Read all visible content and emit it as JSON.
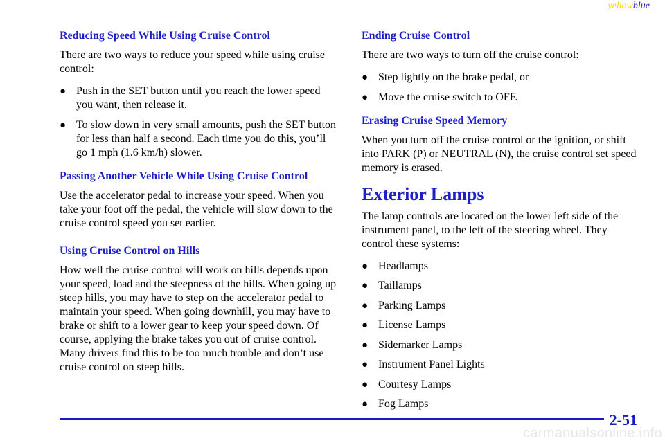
{
  "corner_mark": {
    "yellow": "yellow",
    "blue": "blue"
  },
  "left": {
    "s1": {
      "heading": "Reducing Speed While Using Cruise Control",
      "intro": "There are two ways to reduce your speed while using cruise control:",
      "bullets": [
        "Push in the SET button until you reach the lower speed you want, then release it.",
        "To slow down in very small amounts, push the SET button for less than half a second. Each time you do this, you’ll go 1 mph (1.6 km/h) slower."
      ]
    },
    "s2": {
      "heading": "Passing Another Vehicle While Using Cruise Control",
      "body": "Use the accelerator pedal to increase your speed. When you take your foot off the pedal, the vehicle will slow down to the cruise control speed you set earlier."
    },
    "s3": {
      "heading": "Using Cruise Control on Hills",
      "body": "How well the cruise control will work on hills depends upon your speed, load and the steepness of the hills. When going up steep hills, you may have to step on the accelerator pedal to maintain your speed. When going downhill, you may have to brake or shift to a lower gear to keep your speed down. Of course, applying the brake takes you out of cruise control. Many drivers find this to be too much trouble and don’t use cruise control on steep hills."
    }
  },
  "right": {
    "s1": {
      "heading": "Ending Cruise Control",
      "intro": "There are two ways to turn off the cruise control:",
      "bullets": [
        "Step lightly on the brake pedal, or",
        "Move the cruise switch to OFF."
      ]
    },
    "s2": {
      "heading": "Erasing Cruise Speed Memory",
      "body": "When you turn off the cruise control or the ignition, or shift into PARK (P) or NEUTRAL (N), the cruise control set speed memory is erased."
    },
    "s3": {
      "title": "Exterior Lamps",
      "body": "The lamp controls are located on the lower left side of the instrument panel, to the left of the steering wheel. They control these systems:",
      "bullets": [
        "Headlamps",
        "Taillamps",
        "Parking Lamps",
        "License Lamps",
        "Sidemarker Lamps",
        "Instrument Panel Lights",
        "Courtesy Lamps",
        "Fog Lamps"
      ]
    }
  },
  "bullet_glyph": "●",
  "page_number": "2-51",
  "watermark": "carmanualsonline.info",
  "colors": {
    "heading_blue": "#1f1fc8",
    "rule_blue": "#1a1ac8",
    "yellow": "#f5d800"
  }
}
